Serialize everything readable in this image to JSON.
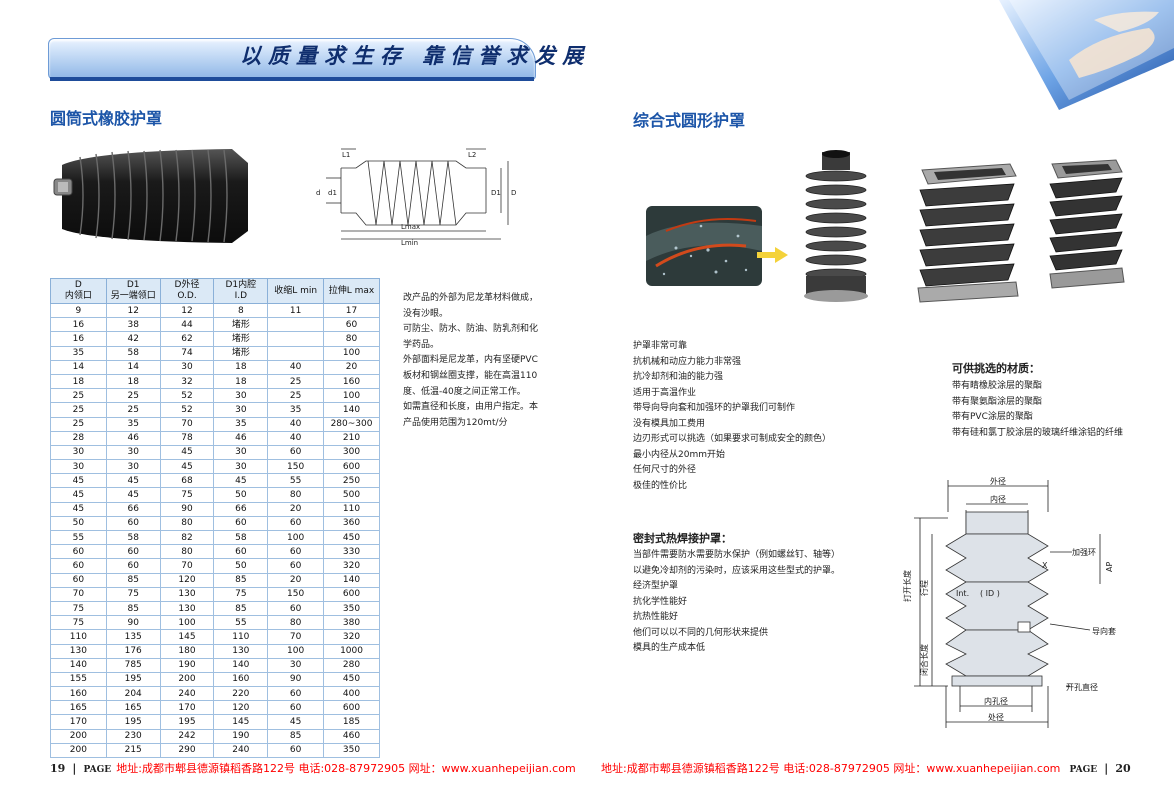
{
  "header": {
    "slogan": "以质量求生存 靠信誉求发展"
  },
  "left": {
    "title": "圆筒式橡胶护罩",
    "drawing_labels": {
      "l1": "L1",
      "l2": "L2",
      "d": "d",
      "d1": "d1",
      "d_big": "D",
      "d1_big": "D1",
      "lmax": "Lmax",
      "lmin": "Lmin"
    },
    "table": {
      "headers": [
        [
          "D",
          "内领口"
        ],
        [
          "D1",
          "另一端领口"
        ],
        [
          "D外径",
          "O.D."
        ],
        [
          "D1内腔",
          "I.D"
        ],
        [
          "收缩L min",
          ""
        ],
        [
          "拉伸L max",
          ""
        ]
      ],
      "rows": [
        [
          "9",
          "12",
          "12",
          "8",
          "11",
          "17"
        ],
        [
          "16",
          "38",
          "44",
          "堵形",
          "",
          "60"
        ],
        [
          "16",
          "42",
          "62",
          "堵形",
          "",
          "80"
        ],
        [
          "35",
          "58",
          "74",
          "堵形",
          "",
          "100"
        ],
        [
          "14",
          "14",
          "30",
          "18",
          "40",
          "20"
        ],
        [
          "18",
          "18",
          "32",
          "18",
          "25",
          "160"
        ],
        [
          "25",
          "25",
          "52",
          "30",
          "25",
          "100"
        ],
        [
          "25",
          "25",
          "52",
          "30",
          "35",
          "140"
        ],
        [
          "25",
          "35",
          "70",
          "35",
          "40",
          "280~300"
        ],
        [
          "28",
          "46",
          "78",
          "46",
          "40",
          "210"
        ],
        [
          "30",
          "30",
          "45",
          "30",
          "60",
          "300"
        ],
        [
          "30",
          "30",
          "45",
          "30",
          "150",
          "600"
        ],
        [
          "45",
          "45",
          "68",
          "45",
          "55",
          "250"
        ],
        [
          "45",
          "45",
          "75",
          "50",
          "80",
          "500"
        ],
        [
          "45",
          "66",
          "90",
          "66",
          "20",
          "110"
        ],
        [
          "50",
          "60",
          "80",
          "60",
          "60",
          "360"
        ],
        [
          "55",
          "58",
          "82",
          "58",
          "100",
          "450"
        ],
        [
          "60",
          "60",
          "80",
          "60",
          "60",
          "330"
        ],
        [
          "60",
          "60",
          "70",
          "50",
          "60",
          "320"
        ],
        [
          "60",
          "85",
          "120",
          "85",
          "20",
          "140"
        ],
        [
          "70",
          "75",
          "130",
          "75",
          "150",
          "600"
        ],
        [
          "75",
          "85",
          "130",
          "85",
          "60",
          "350"
        ],
        [
          "75",
          "90",
          "100",
          "55",
          "80",
          "380"
        ],
        [
          "110",
          "135",
          "145",
          "110",
          "70",
          "320"
        ],
        [
          "130",
          "176",
          "180",
          "130",
          "100",
          "1000"
        ],
        [
          "140",
          "785",
          "190",
          "140",
          "30",
          "280"
        ],
        [
          "155",
          "195",
          "200",
          "160",
          "90",
          "450"
        ],
        [
          "160",
          "204",
          "240",
          "220",
          "60",
          "400"
        ],
        [
          "165",
          "165",
          "170",
          "120",
          "60",
          "600"
        ],
        [
          "170",
          "195",
          "195",
          "145",
          "45",
          "185"
        ],
        [
          "200",
          "230",
          "242",
          "190",
          "85",
          "460"
        ],
        [
          "200",
          "215",
          "290",
          "240",
          "60",
          "350"
        ]
      ]
    },
    "description": [
      "改产品的外部为尼龙革材料做成，",
      "没有沙眼。",
      "可防尘、防水、防油、防乳剂和化",
      "学药品。",
      "外部面料是尼龙革，内有坚硬PVC",
      "板材和钢丝圈支撑，能在高温110",
      "度、低温-40度之间正常工作。",
      "如需直径和长度，由用户指定。本",
      "产品使用范围为120mt/分"
    ],
    "footer": {
      "page_no": "19",
      "page_word": "PAGE",
      "address": "地址:成都市郫县德源镇稻香路122号 电话:028-87972905 网址：",
      "url": "www.xuanhepeijian.com"
    }
  },
  "right": {
    "title": "综合式圆形护罩",
    "features": [
      "护罩非常可靠",
      "抗机械和动应力能力非常强",
      "抗冷却剂和油的能力强",
      "适用于高温作业",
      "带导向导向套和加强环的护罩我们可制作",
      "没有模具加工费用",
      "边刃形式可以挑选（如果要求可制成安全的颜色）",
      "最小内径从20mm开始",
      "任何尺寸的外径",
      "极佳的性价比"
    ],
    "materials": {
      "heading": "可供挑选的材质：",
      "items": [
        "带有睛橡胶涂层的聚酯",
        "带有聚氨酯涂层的聚酯",
        "带有PVC涂层的聚酯",
        "带有硅和氯丁胶涂层的玻璃纤维涂铝的纤维"
      ]
    },
    "sealed": {
      "heading": "密封式热焊接护罩：",
      "lines": [
        "当部件需要防水需要防水保护（例如螺丝钉、轴等）",
        "以避免冷却剂的污染时，应该采用这些型式的护罩。",
        "经济型护罩",
        "抗化学性能好",
        "抗热性能好",
        "他们可以以不同的几何形状来提供",
        "模具的生产成本低"
      ]
    },
    "diagram_labels": {
      "outer": "外径",
      "inner": "内径",
      "open_length": "打开长度",
      "stroke": "行程",
      "closed_length": "闭合长度",
      "ring": "加强环",
      "ap": "AP",
      "x": "X",
      "int": "Int.",
      "id": "( ID )",
      "guide": "导向套",
      "open_dia": "开孔直径",
      "inner_hole": "内孔径",
      "outer_dia": "处径"
    },
    "footer": {
      "address": "地址:成都市郫县德源镇稻香路122号 电话:028-87972905 网址：",
      "url": "www.xuanhepeijian.com",
      "page_word": "PAGE",
      "page_no": "20"
    }
  }
}
